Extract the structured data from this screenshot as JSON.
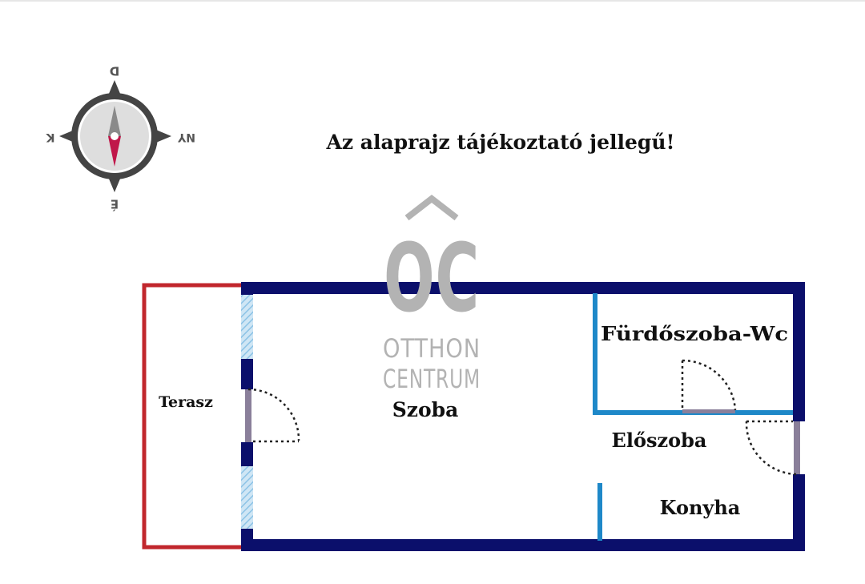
{
  "notice": "Az alaprajz tájékoztató jellegű!",
  "compass": {
    "north": "É",
    "south": "D",
    "east": "K",
    "west": "NY"
  },
  "logo": {
    "mark": "OC",
    "line1": "OTTHON",
    "line2": "CENTRUM"
  },
  "rooms": {
    "terrace": "Terasz",
    "room": "Szoba",
    "bathroom": "Fürdőszoba-Wc",
    "hall": "Előszoba",
    "kitchen": "Konyha"
  },
  "colors": {
    "outer_wall": "#0b0f6b",
    "terrace_outline": "#c1272d",
    "interior_wall": "#1e88c8",
    "window": "#9ecdea",
    "door_leaf": "#8a7f9a",
    "compass_ring": "#444444",
    "compass_needle_north": "#c0174a",
    "logo_gray": "#b3b3b3"
  }
}
